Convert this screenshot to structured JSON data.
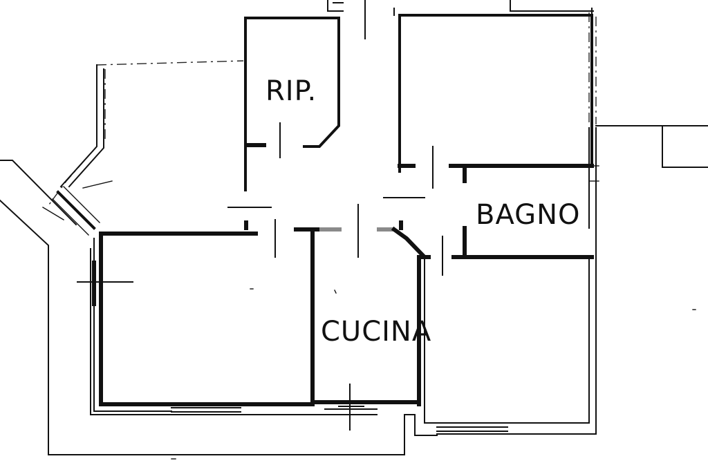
{
  "rooms": {
    "rip": "RIP.",
    "bagno": "BAGNO",
    "cucina": "CUCINA"
  },
  "colors": {
    "wall": "#111111",
    "background": "#ffffff",
    "grey_threshold": "#8a8a8a"
  }
}
